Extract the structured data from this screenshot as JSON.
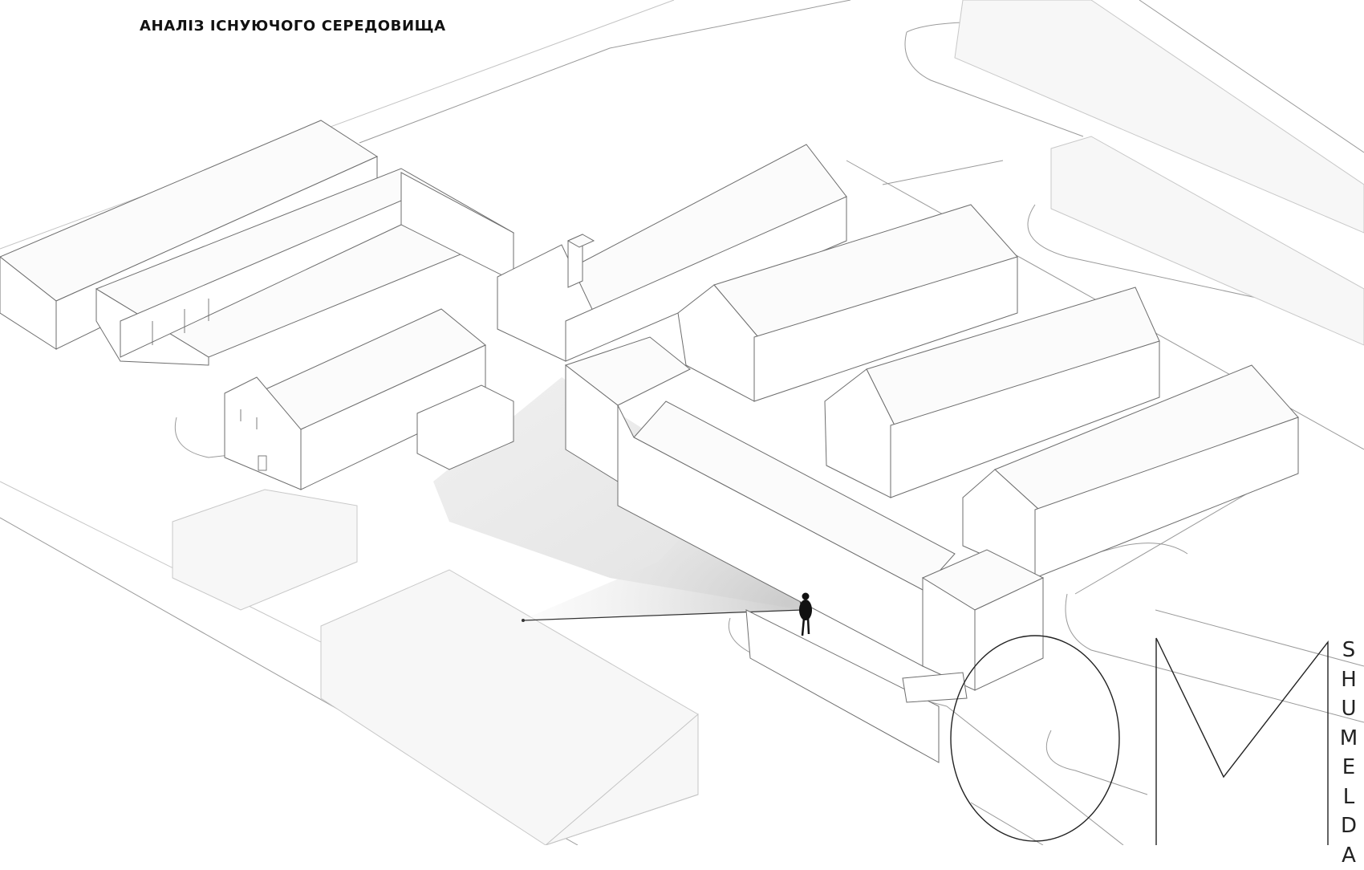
{
  "title": "АНАЛІЗ ІСНУЮЧОГО СЕРЕДОВИЩА",
  "brand": {
    "monogram": "OM",
    "letters": [
      "S",
      "H",
      "U",
      "M",
      "E",
      "L",
      "D",
      "A"
    ]
  },
  "colors": {
    "line": "#6e6e6e",
    "figure": "#111111",
    "shadow": "#d2d2d2"
  }
}
